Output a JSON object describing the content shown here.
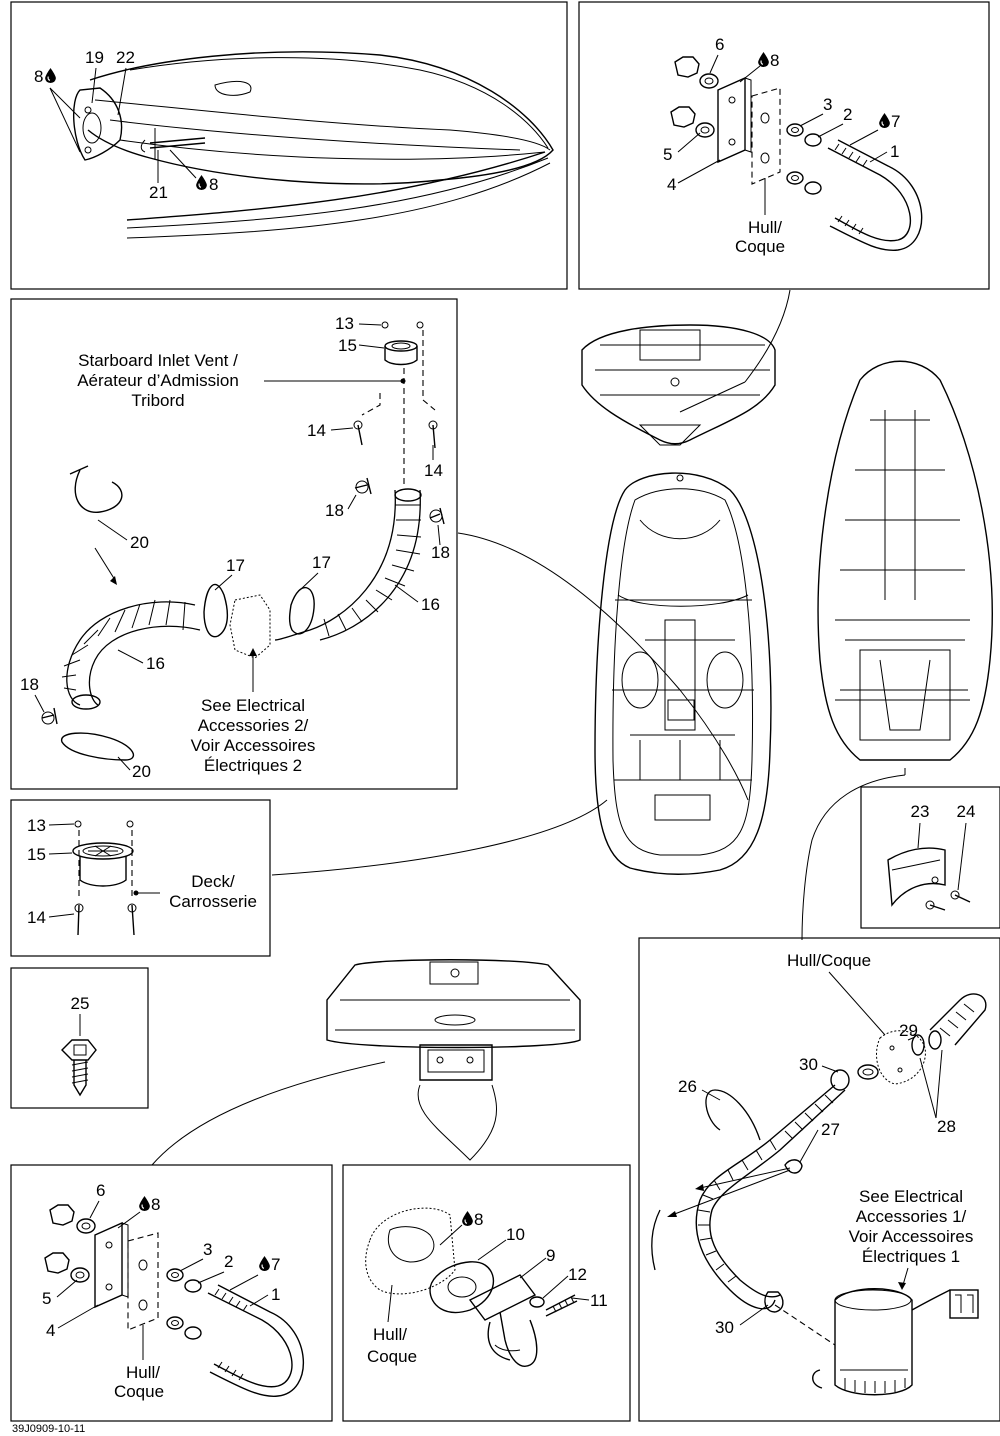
{
  "diagram_code": "39J0909-10-11",
  "panels": {
    "bow": {
      "callouts": [
        "8",
        "19",
        "22",
        "21",
        "8"
      ]
    },
    "hull_top_right": {
      "callouts": [
        "6",
        "8",
        "3",
        "2",
        "7",
        "5",
        "1",
        "4"
      ],
      "label_hull": "Hull/",
      "label_coque": "Coque"
    },
    "vent": {
      "callouts": [
        "13",
        "15",
        "14",
        "14",
        "18",
        "18",
        "20",
        "17",
        "17",
        "16",
        "16",
        "18",
        "20"
      ],
      "label_line1": "Starboard Inlet Vent /",
      "label_line2": "Aérateur d’Admission",
      "label_line3": "Tribord",
      "see_line1": "See Electrical",
      "see_line2": "Accessories 2/",
      "see_line3": "Voir Accessoires",
      "see_line4": "Électriques 2"
    },
    "deck": {
      "callouts": [
        "13",
        "15",
        "14"
      ],
      "label_line1": "Deck/",
      "label_line2": "Carrosserie"
    },
    "screw": {
      "callouts": [
        "25"
      ]
    },
    "cover": {
      "callouts": [
        "23",
        "24"
      ]
    },
    "hull_bottom_left": {
      "callouts": [
        "6",
        "8",
        "3",
        "2",
        "7",
        "5",
        "1",
        "4"
      ],
      "label_hull": "Hull/",
      "label_coque": "Coque"
    },
    "drain": {
      "callouts": [
        "8",
        "10",
        "9",
        "12",
        "11"
      ],
      "label_hull": "Hull/",
      "label_coque": "Coque"
    },
    "bilge": {
      "title": "Hull/Coque",
      "callouts": [
        "29",
        "30",
        "28",
        "26",
        "27",
        "30"
      ],
      "see_line1": "See Electrical",
      "see_line2": "Accessories 1/",
      "see_line3": "Voir Accessoires",
      "see_line4": "Électriques 1"
    }
  }
}
